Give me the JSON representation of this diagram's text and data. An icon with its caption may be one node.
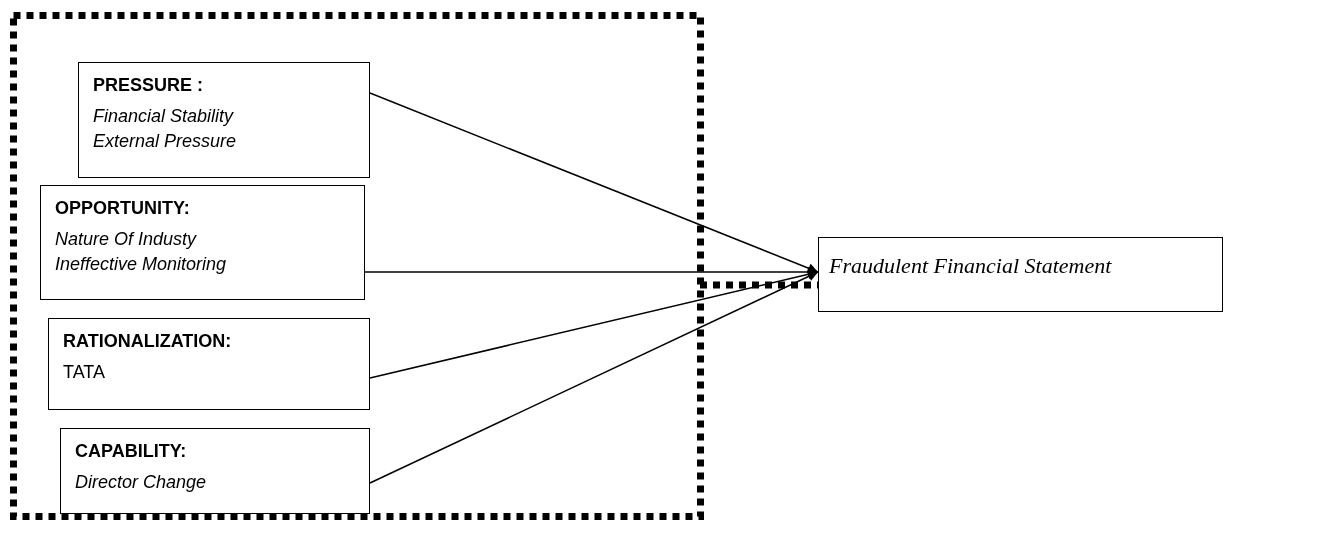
{
  "diagram": {
    "nodes": [
      {
        "text": [],
        "shape": "box"
      },
      {
        "text": [
          "PRESSURE :",
          "Financial Stability",
          "External Pressure"
        ],
        "in": 0
      },
      {
        "text": [
          "OPPORTUNITY:",
          "Nature Of Industy",
          "Ineffective Monitoring"
        ],
        "in": 0
      },
      {
        "text": [
          "RATIONALIZATION:",
          "TATA"
        ],
        "in": 0
      },
      {
        "text": [
          "CAPABILITY:",
          "Director Change"
        ],
        "in": 0
      },
      {
        "text": [
          "Fraudulent Financial Statement"
        ]
      }
    ],
    "edges": [
      {
        "from": 1,
        "to": 5,
        "arrow": "to"
      },
      {
        "from": 2,
        "to": 5,
        "arrow": "to"
      },
      {
        "from": 3,
        "to": 5,
        "arrow": "to"
      },
      {
        "from": 4,
        "to": 5,
        "arrow": "to"
      },
      {
        "from": 0,
        "to": 5,
        "arrow": "none",
        "style": "dashed"
      }
    ]
  }
}
